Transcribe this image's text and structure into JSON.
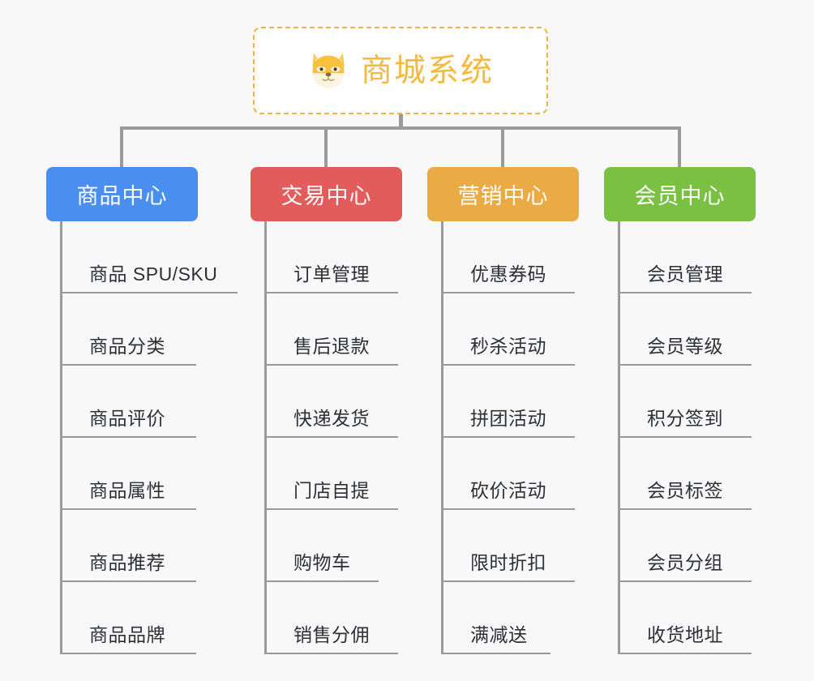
{
  "page": {
    "background_color": "#f8f8f8",
    "line_color": "#9a9a9a"
  },
  "root": {
    "title": "商城系统",
    "icon": "shiba-dog-face-icon",
    "text_color": "#f5b942",
    "border_color": "#f0b248",
    "background_color": "#ffffff"
  },
  "branches": [
    {
      "label": "商品中心",
      "color": "#4a8ff0",
      "items": [
        {
          "label": "商品 SPU/SKU",
          "width": "wide"
        },
        {
          "label": "商品分类",
          "width": "short"
        },
        {
          "label": "商品评价",
          "width": "short"
        },
        {
          "label": "商品属性",
          "width": "short"
        },
        {
          "label": "商品推荐",
          "width": "short"
        },
        {
          "label": "商品品牌",
          "width": "short"
        }
      ]
    },
    {
      "label": "交易中心",
      "color": "#e25c5c",
      "items": [
        {
          "label": "订单管理",
          "width": "wide"
        },
        {
          "label": "售后退款",
          "width": "wide"
        },
        {
          "label": "快递发货",
          "width": "wide"
        },
        {
          "label": "门店自提",
          "width": "wide"
        },
        {
          "label": "购物车",
          "width": "short"
        },
        {
          "label": "销售分佣",
          "width": "wide"
        }
      ]
    },
    {
      "label": "营销中心",
      "color": "#eaab45",
      "items": [
        {
          "label": "优惠券码",
          "width": "wide"
        },
        {
          "label": "秒杀活动",
          "width": "wide"
        },
        {
          "label": "拼团活动",
          "width": "wide"
        },
        {
          "label": "砍价活动",
          "width": "wide"
        },
        {
          "label": "限时折扣",
          "width": "wide"
        },
        {
          "label": "满减送",
          "width": "short"
        }
      ]
    },
    {
      "label": "会员中心",
      "color": "#79c043",
      "items": [
        {
          "label": "会员管理",
          "width": "wide"
        },
        {
          "label": "会员等级",
          "width": "wide"
        },
        {
          "label": "积分签到",
          "width": "wide"
        },
        {
          "label": "会员标签",
          "width": "wide"
        },
        {
          "label": "会员分组",
          "width": "wide"
        },
        {
          "label": "收货地址",
          "width": "wide"
        }
      ]
    }
  ]
}
